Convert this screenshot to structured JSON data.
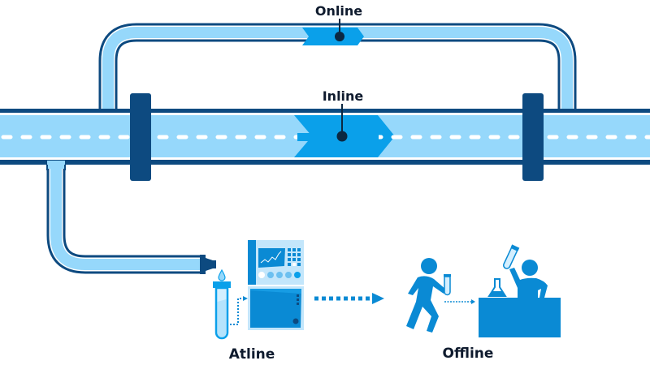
{
  "labels": {
    "online": "Online",
    "inline": "Inline",
    "atline": "Atline",
    "offline": "Offline"
  },
  "colors": {
    "pipe_outline": "#0d4a80",
    "pipe_fill": "#96d8fb",
    "inner_stroke": "#ffffff",
    "flange": "#0d4a80",
    "highlight": "#0aa0ea",
    "figure": "#0a8ad4",
    "label_text": "#0f1b2e",
    "marker_dot": "#0b2842"
  }
}
